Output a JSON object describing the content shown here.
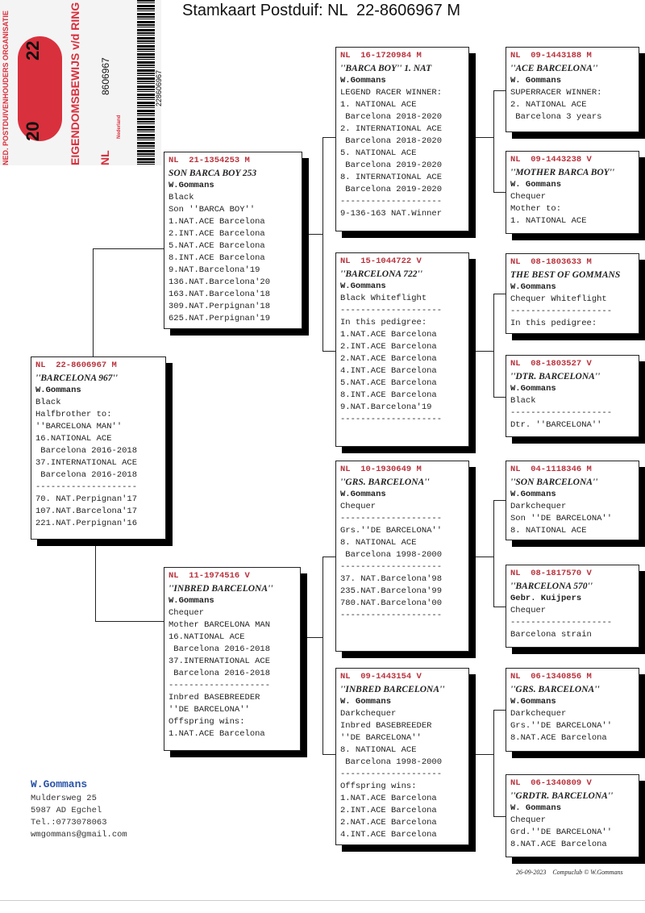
{
  "title": "Stamkaart Postduif: NL  22-8606967 M",
  "ring_card": {
    "organisation": "NED. POSTDUIVENHOUDERS ORGANISATIE",
    "document": "EIGENDOMSBEWIJS v/d RING",
    "year_left": "20",
    "year_right": "22",
    "country": "NL",
    "ring_number": "8606967",
    "barcode_number": "228606967",
    "country_name": "Nederland",
    "accent_color": "#d9303d"
  },
  "pedigree": [
    {
      "id": "subject",
      "ring": "NL  22-8606967 M",
      "lines": [
        "''BARCELONA 967''",
        "W.Gommans",
        "Black",
        "Halfbrother to:",
        "''BARCELONA MAN''",
        "16.NATIONAL ACE",
        " Barcelona 2016-2018",
        "37.INTERNATIONAL ACE",
        " Barcelona 2016-2018",
        "--------------------",
        "70. NAT.Perpignan'17",
        "107.NAT.Barcelona'17",
        "221.NAT.Perpignan'16"
      ]
    },
    {
      "id": "sire",
      "ring": "NL  21-1354253 M",
      "lines": [
        "SON BARCA BOY 253",
        "W.Gommans",
        "Black",
        "Son ''BARCA BOY''",
        "1.NAT.ACE Barcelona",
        "2.INT.ACE Barcelona",
        "5.NAT.ACE Barcelona",
        "8.INT.ACE Barcelona",
        "9.NAT.Barcelona'19",
        "136.NAT.Barcelona'20",
        "163.NAT.Barcelona'18",
        "309.NAT.Perpignan'18",
        "625.NAT.Perpignan'19"
      ]
    },
    {
      "id": "dam",
      "ring": "NL  11-1974516 V",
      "lines": [
        "''INBRED BARCELONA''",
        "W.Gommans",
        "Chequer",
        "Mother BARCELONA MAN",
        "16.NATIONAL ACE",
        " Barcelona 2016-2018",
        "37.INTERNATIONAL ACE",
        " Barcelona 2016-2018",
        "--------------------",
        "Inbred BASEBREEDER",
        "''DE BARCELONA''",
        "Offspring wins:",
        "1.NAT.ACE Barcelona"
      ]
    },
    {
      "id": "ss",
      "ring": "NL  16-1720984 M",
      "lines": [
        "''BARCA BOY'' 1. NAT",
        "W.Gommans",
        "LEGEND RACER WINNER:",
        "1. NATIONAL ACE",
        " Barcelona 2018-2020",
        "2. INTERNATIONAL ACE",
        " Barcelona 2018-2020",
        "5. NATIONAL ACE",
        " Barcelona 2019-2020",
        "8. INTERNATIONAL ACE",
        " Barcelona 2019-2020",
        "--------------------",
        "9-136-163 NAT.Winner"
      ]
    },
    {
      "id": "sd",
      "ring": "NL  15-1044722 V",
      "lines": [
        "''BARCELONA 722''",
        "W.Gommans",
        "Black Whiteflight",
        "--------------------",
        "In this pedigree:",
        "1.NAT.ACE Barcelona",
        "2.INT.ACE Barcelona",
        "2.NAT.ACE Barcelona",
        "4.INT.ACE Barcelona",
        "5.NAT.ACE Barcelona",
        "8.INT.ACE Barcelona",
        "9.NAT.Barcelona'19",
        "--------------------"
      ]
    },
    {
      "id": "ds",
      "ring": "NL  10-1930649 M",
      "lines": [
        "''GRS. BARCELONA''",
        "W.Gommans",
        "Chequer",
        "--------------------",
        "Grs.''DE BARCELONA''",
        "8. NATIONAL ACE",
        " Barcelona 1998-2000",
        "--------------------",
        "37. NAT.Barcelona'98",
        "235.NAT.Barcelona'99",
        "780.NAT.Barcelona'00",
        "--------------------"
      ]
    },
    {
      "id": "dd",
      "ring": "NL  09-1443154 V",
      "lines": [
        "''INBRED BARCELONA''",
        "W. Gommans",
        "Darkchequer",
        "Inbred BASEBREEDER",
        "''DE BARCELONA''",
        "8. NATIONAL ACE",
        " Barcelona 1998-2000",
        "--------------------",
        "Offspring wins:",
        "1.NAT.ACE Barcelona",
        "2.INT.ACE Barcelona",
        "2.NAT.ACE Barcelona",
        "4.INT.ACE Barcelona"
      ]
    },
    {
      "id": "sss",
      "ring": "NL  09-1443188 M",
      "lines": [
        "''ACE BARCELONA''",
        "W. Gommans",
        "SUPERRACER WINNER:",
        "2. NATIONAL ACE",
        " Barcelona 3 years"
      ]
    },
    {
      "id": "ssd",
      "ring": "NL  09-1443238 V",
      "lines": [
        "''MOTHER BARCA BOY''",
        "W. Gommans",
        "Chequer",
        "Mother to:",
        "1. NATIONAL ACE"
      ]
    },
    {
      "id": "sds",
      "ring": "NL  08-1803633 M",
      "lines": [
        "THE BEST OF GOMMANS",
        "W.Gommans",
        "Chequer Whiteflight",
        "--------------------",
        "In this pedigree:"
      ]
    },
    {
      "id": "sdd",
      "ring": "NL  08-1803527 V",
      "lines": [
        "''DTR. BARCELONA''",
        "W.Gommans",
        "Black",
        "--------------------",
        "Dtr. ''BARCELONA''"
      ]
    },
    {
      "id": "dss",
      "ring": "NL  04-1118346 M",
      "lines": [
        "''SON BARCELONA''",
        "W.Gommans",
        "Darkchequer",
        "Son ''DE BARCELONA''",
        "8. NATIONAL ACE"
      ]
    },
    {
      "id": "dsd",
      "ring": "NL  08-1817570 V",
      "lines": [
        "''BARCELONA 570''",
        "Gebr. Kuijpers",
        "Chequer",
        "--------------------",
        "Barcelona strain"
      ]
    },
    {
      "id": "dds",
      "ring": "NL  06-1340856 M",
      "lines": [
        "''GRS. BARCELONA''",
        "W.Gommans",
        "Darkchequer",
        "Grs.''DE BARCELONA''",
        "8.NAT.ACE Barcelona"
      ]
    },
    {
      "id": "ddd",
      "ring": "NL  06-1340809 V",
      "lines": [
        "''GRDTR. BARCELONA''",
        "W. Gommans",
        "Chequer",
        "Grd.''DE BARCELONA''",
        "8.NAT.ACE Barcelona"
      ]
    }
  ],
  "contact": {
    "name": "W.Gommans",
    "street": "Muldersweg 25",
    "city": "5987 AD  Egchel",
    "phone": "Tel.:0773078063",
    "email": "wmgommans@gmail.com"
  },
  "footer": {
    "date": "26-09-2023",
    "credit": "Compuclub © W.Gommans"
  },
  "colors": {
    "ring_text": "#b8323c",
    "contact_name": "#2a54a8"
  }
}
